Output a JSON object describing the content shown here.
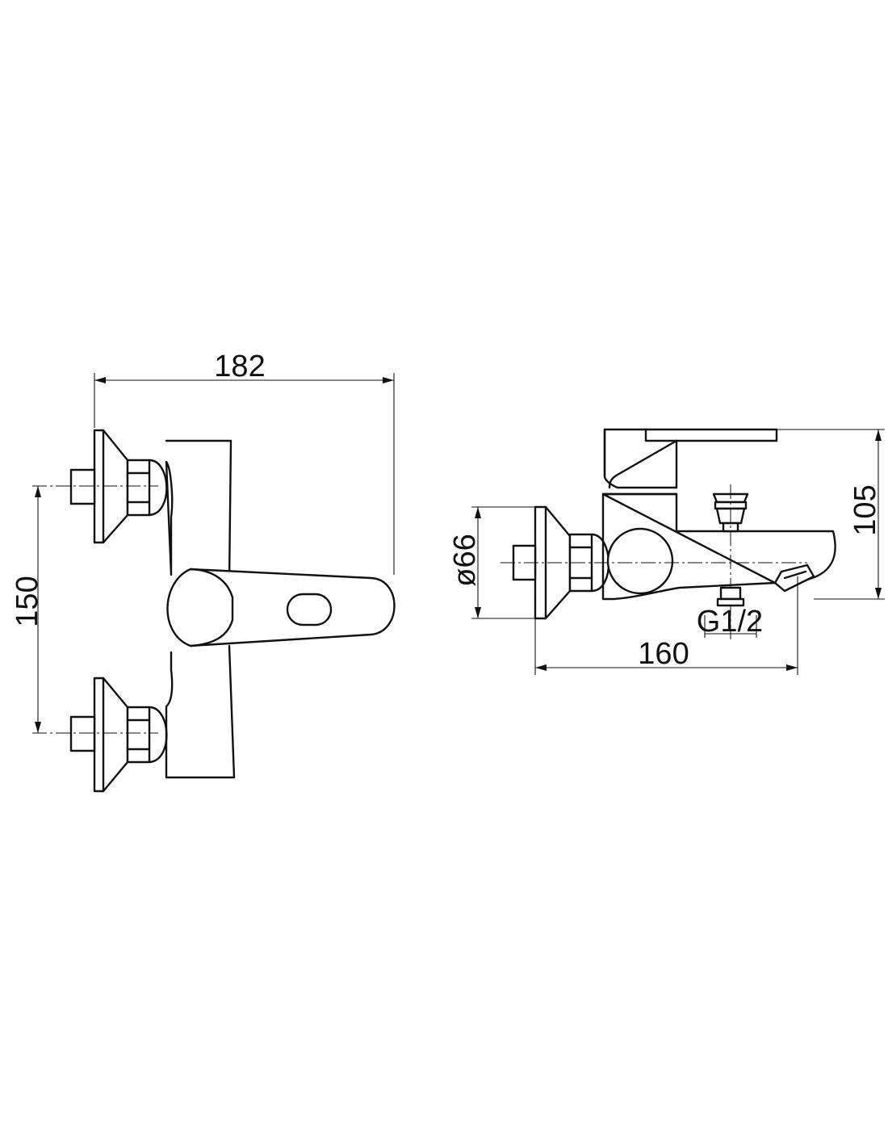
{
  "dimensions": {
    "overall_width": "182",
    "inlet_spacing": "150",
    "flange_diameter": "ø66",
    "height": "105",
    "projection": "160",
    "thread": "G1/2"
  },
  "colors": {
    "line": "#111111",
    "background": "#ffffff"
  }
}
